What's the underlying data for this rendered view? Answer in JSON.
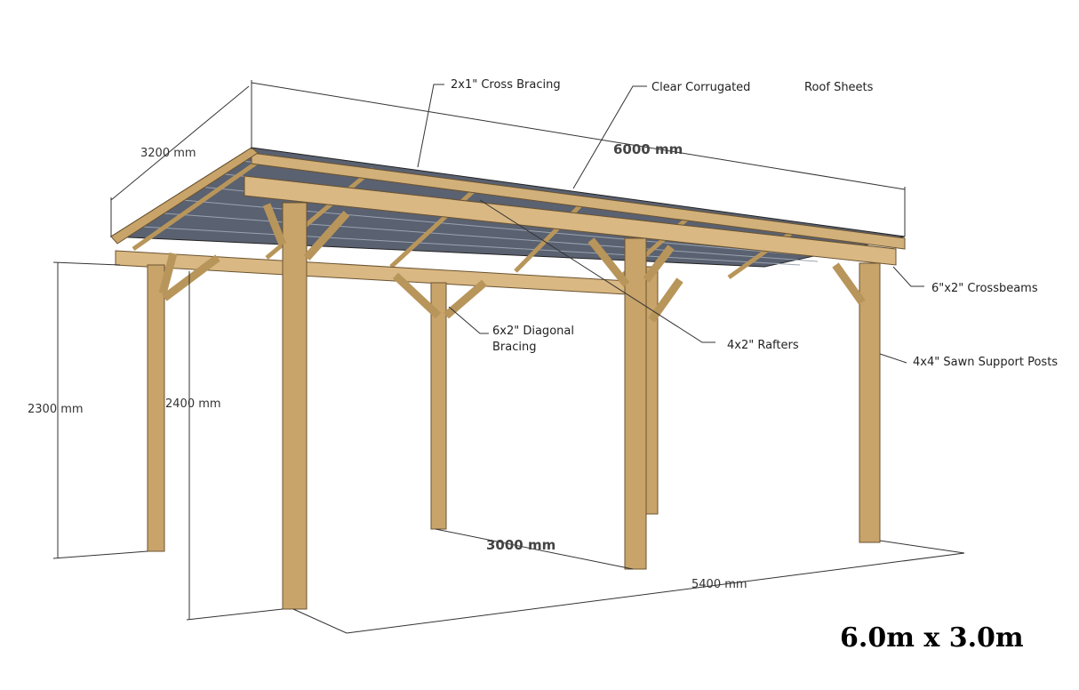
{
  "title": "6.0m x 3.0m",
  "labels": {
    "cross_bracing": "2x1\" Cross Bracing",
    "clear_corrugated": "Clear Corrugated",
    "roof_sheets": "Roof Sheets",
    "crossbeams": "6\"x2\" Crossbeams",
    "diagonal_bracing_1": "6x2\" Diagonal",
    "diagonal_bracing_2": "Bracing",
    "rafters": "4x2\" Rafters",
    "support_posts": "4x4\" Sawn Support Posts"
  },
  "dimensions": {
    "length": "6000 mm",
    "width": "3200 mm",
    "height_back": "2300 mm",
    "height_front": "2400 mm",
    "post_span_width": "3000 mm",
    "post_span_length": "5400 mm"
  },
  "colors": {
    "timber": "#c8a46a",
    "timber_dark": "#8a6a3a",
    "roof": "#3a3f48"
  }
}
